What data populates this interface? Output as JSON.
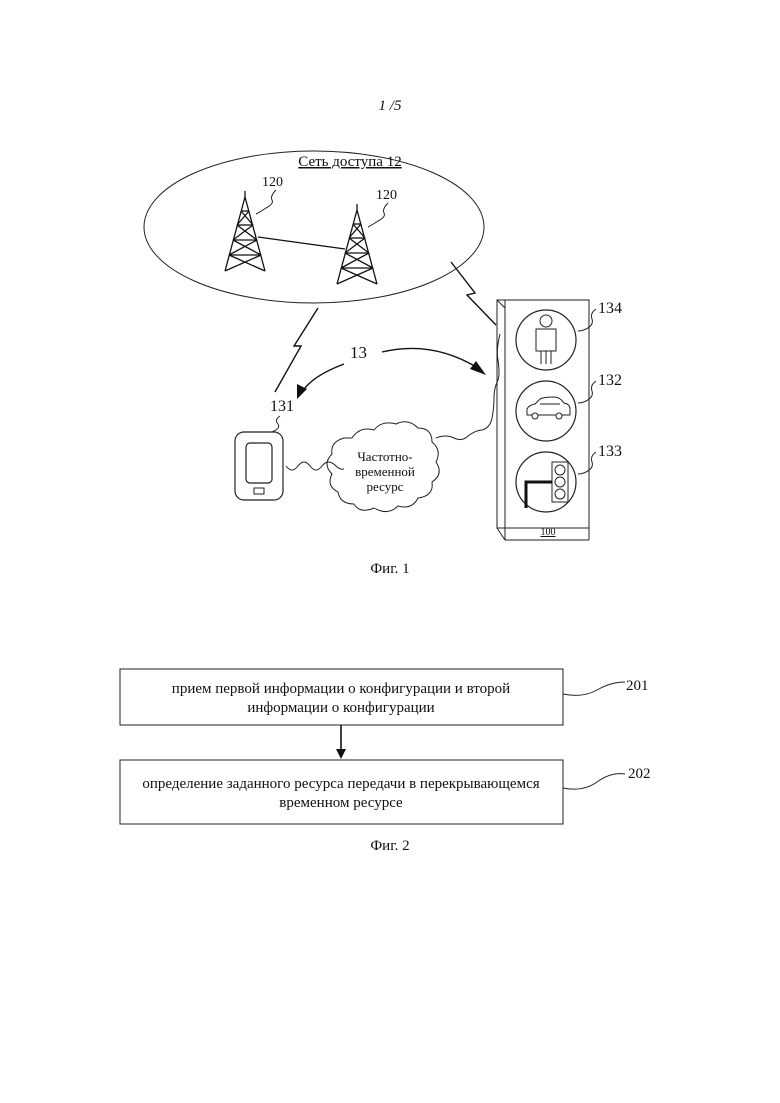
{
  "page_number": "1 /5",
  "fig1": {
    "caption": "Фиг. 1",
    "network": {
      "label": "Сеть доступа 12",
      "tower_ref_left": "120",
      "tower_ref_right": "120"
    },
    "ref_13": "13",
    "ref_131": "131",
    "cloud_lines": [
      "Частотно-",
      "временной",
      "ресурс"
    ],
    "panel": {
      "ref_person": "134",
      "ref_car": "132",
      "ref_traffic_light": "133",
      "bottom_label": "100"
    },
    "icons": [
      "cell-tower-icon",
      "smartphone-icon",
      "person-icon",
      "car-icon",
      "traffic-light-icon",
      "lightning-link-icon"
    ]
  },
  "fig2": {
    "caption": "Фиг. 2",
    "steps": [
      {
        "lines": [
          "прием первой информации о конфигурации и второй",
          "информации о конфигурации"
        ],
        "ref": "201"
      },
      {
        "lines": [
          "определение заданного ресурса передачи в перекрывающемся",
          "временном ресурсе"
        ],
        "ref": "202"
      }
    ]
  }
}
